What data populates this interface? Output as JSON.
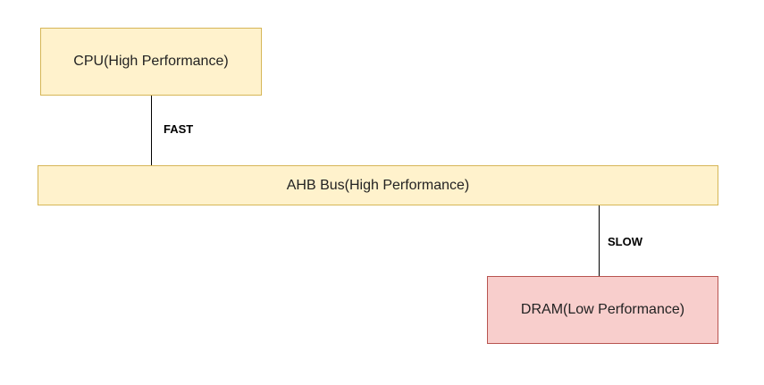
{
  "nodes": {
    "cpu": {
      "label": "CPU(High Performance)",
      "fill": "#fff2cc",
      "stroke": "#d6b656"
    },
    "bus": {
      "label": "AHB Bus(High Performance)",
      "fill": "#fff2cc",
      "stroke": "#d6b656"
    },
    "dram": {
      "label": "DRAM(Low Performance)",
      "fill": "#f8cecc",
      "stroke": "#b85450"
    }
  },
  "edges": {
    "cpu_bus": {
      "label": "FAST"
    },
    "bus_dram": {
      "label": "SLOW"
    }
  }
}
